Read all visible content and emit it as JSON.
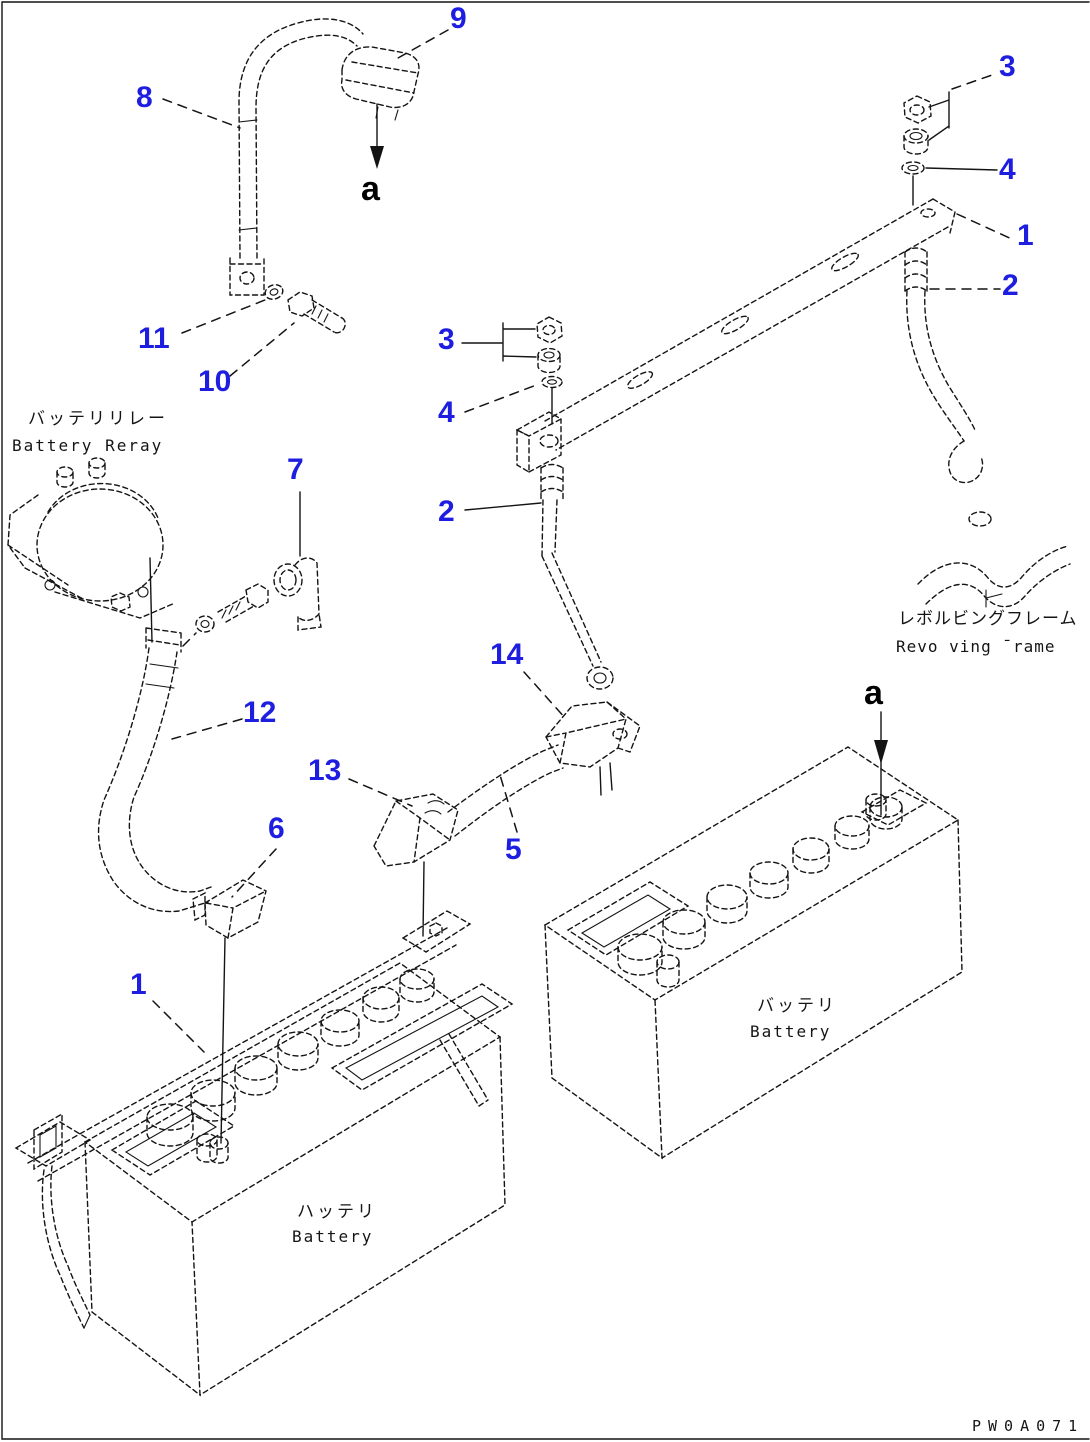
{
  "colors": {
    "callout_blue": "#1e1ee0",
    "line_ink": "#141414",
    "background": "#ffffff"
  },
  "callouts": {
    "n9": "9",
    "n8": "8",
    "n3_top": "3",
    "n4_top": "4",
    "n1_top": "1",
    "n2_top": "2",
    "n11": "11",
    "n10": "10",
    "n3_mid": "3",
    "n4_mid": "4",
    "n7": "7",
    "n2_mid": "2",
    "n14": "14",
    "n12": "12",
    "n13": "13",
    "n6": "6",
    "n5": "5",
    "n1_bottom": "1"
  },
  "markers": {
    "a_top": "a",
    "a_right": "a"
  },
  "labels": {
    "battery_relay_jp": "バッテリリレー",
    "battery_relay_en": "Battery Reray",
    "revolving_frame_jp": "レボルビングフレーム",
    "revolving_frame_en": "Revo ving ¯rame",
    "battery_right_jp": "バッテリ",
    "battery_right_en": "Battery",
    "battery_left_jp": "ハッテリ",
    "battery_left_en": "Battery"
  },
  "footer": {
    "part_code": "PW0A071"
  }
}
